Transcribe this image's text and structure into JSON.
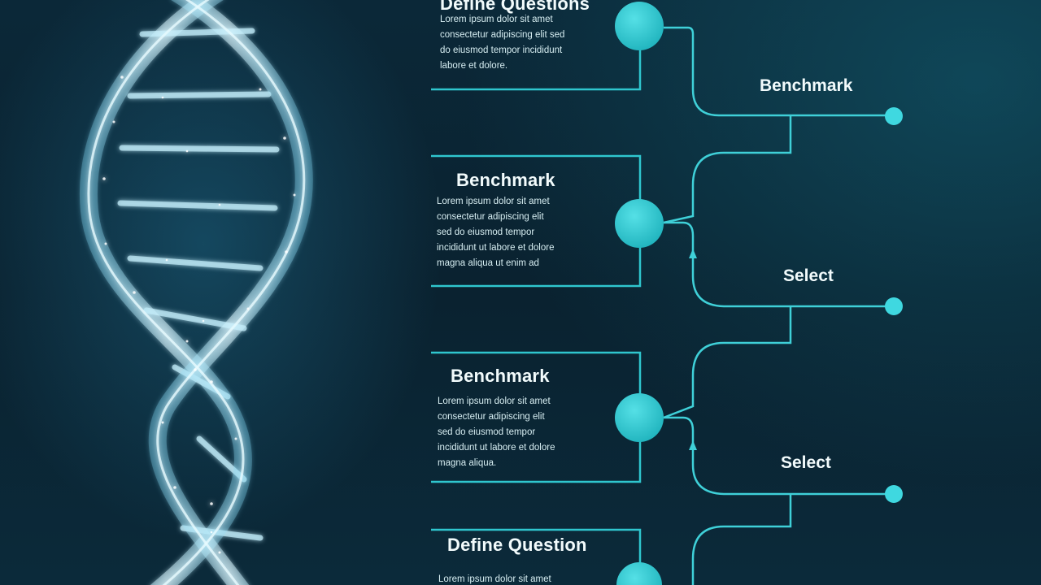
{
  "cards": [
    {
      "title": "Define Questions",
      "lines": [
        "Lorem ipsum dolor sit amet",
        "consectetur adipiscing elit sed",
        "do eiusmod tempor incididunt",
        "labore et dolore."
      ]
    },
    {
      "title": "Benchmark",
      "lines": [
        "Lorem ipsum dolor sit amet",
        "consectetur adipiscing elit",
        "sed do eiusmod tempor",
        "incididunt ut labore et dolore",
        "magna aliqua ut enim ad"
      ]
    },
    {
      "title": "Benchmark",
      "lines": [
        "Lorem ipsum dolor sit amet",
        "consectetur adipiscing elit",
        "sed do eiusmod tempor",
        "incididunt ut labore et dolore",
        "magna aliqua."
      ]
    },
    {
      "title": "Define Question",
      "lines": [
        "Lorem ipsum dolor sit amet"
      ]
    }
  ],
  "branches": [
    {
      "label": "Benchmark"
    },
    {
      "label": "Select"
    },
    {
      "label": "Select"
    }
  ],
  "colors": {
    "accent": "#3fd0d8",
    "node": "#2ec3cb",
    "background": "#0a2230"
  }
}
